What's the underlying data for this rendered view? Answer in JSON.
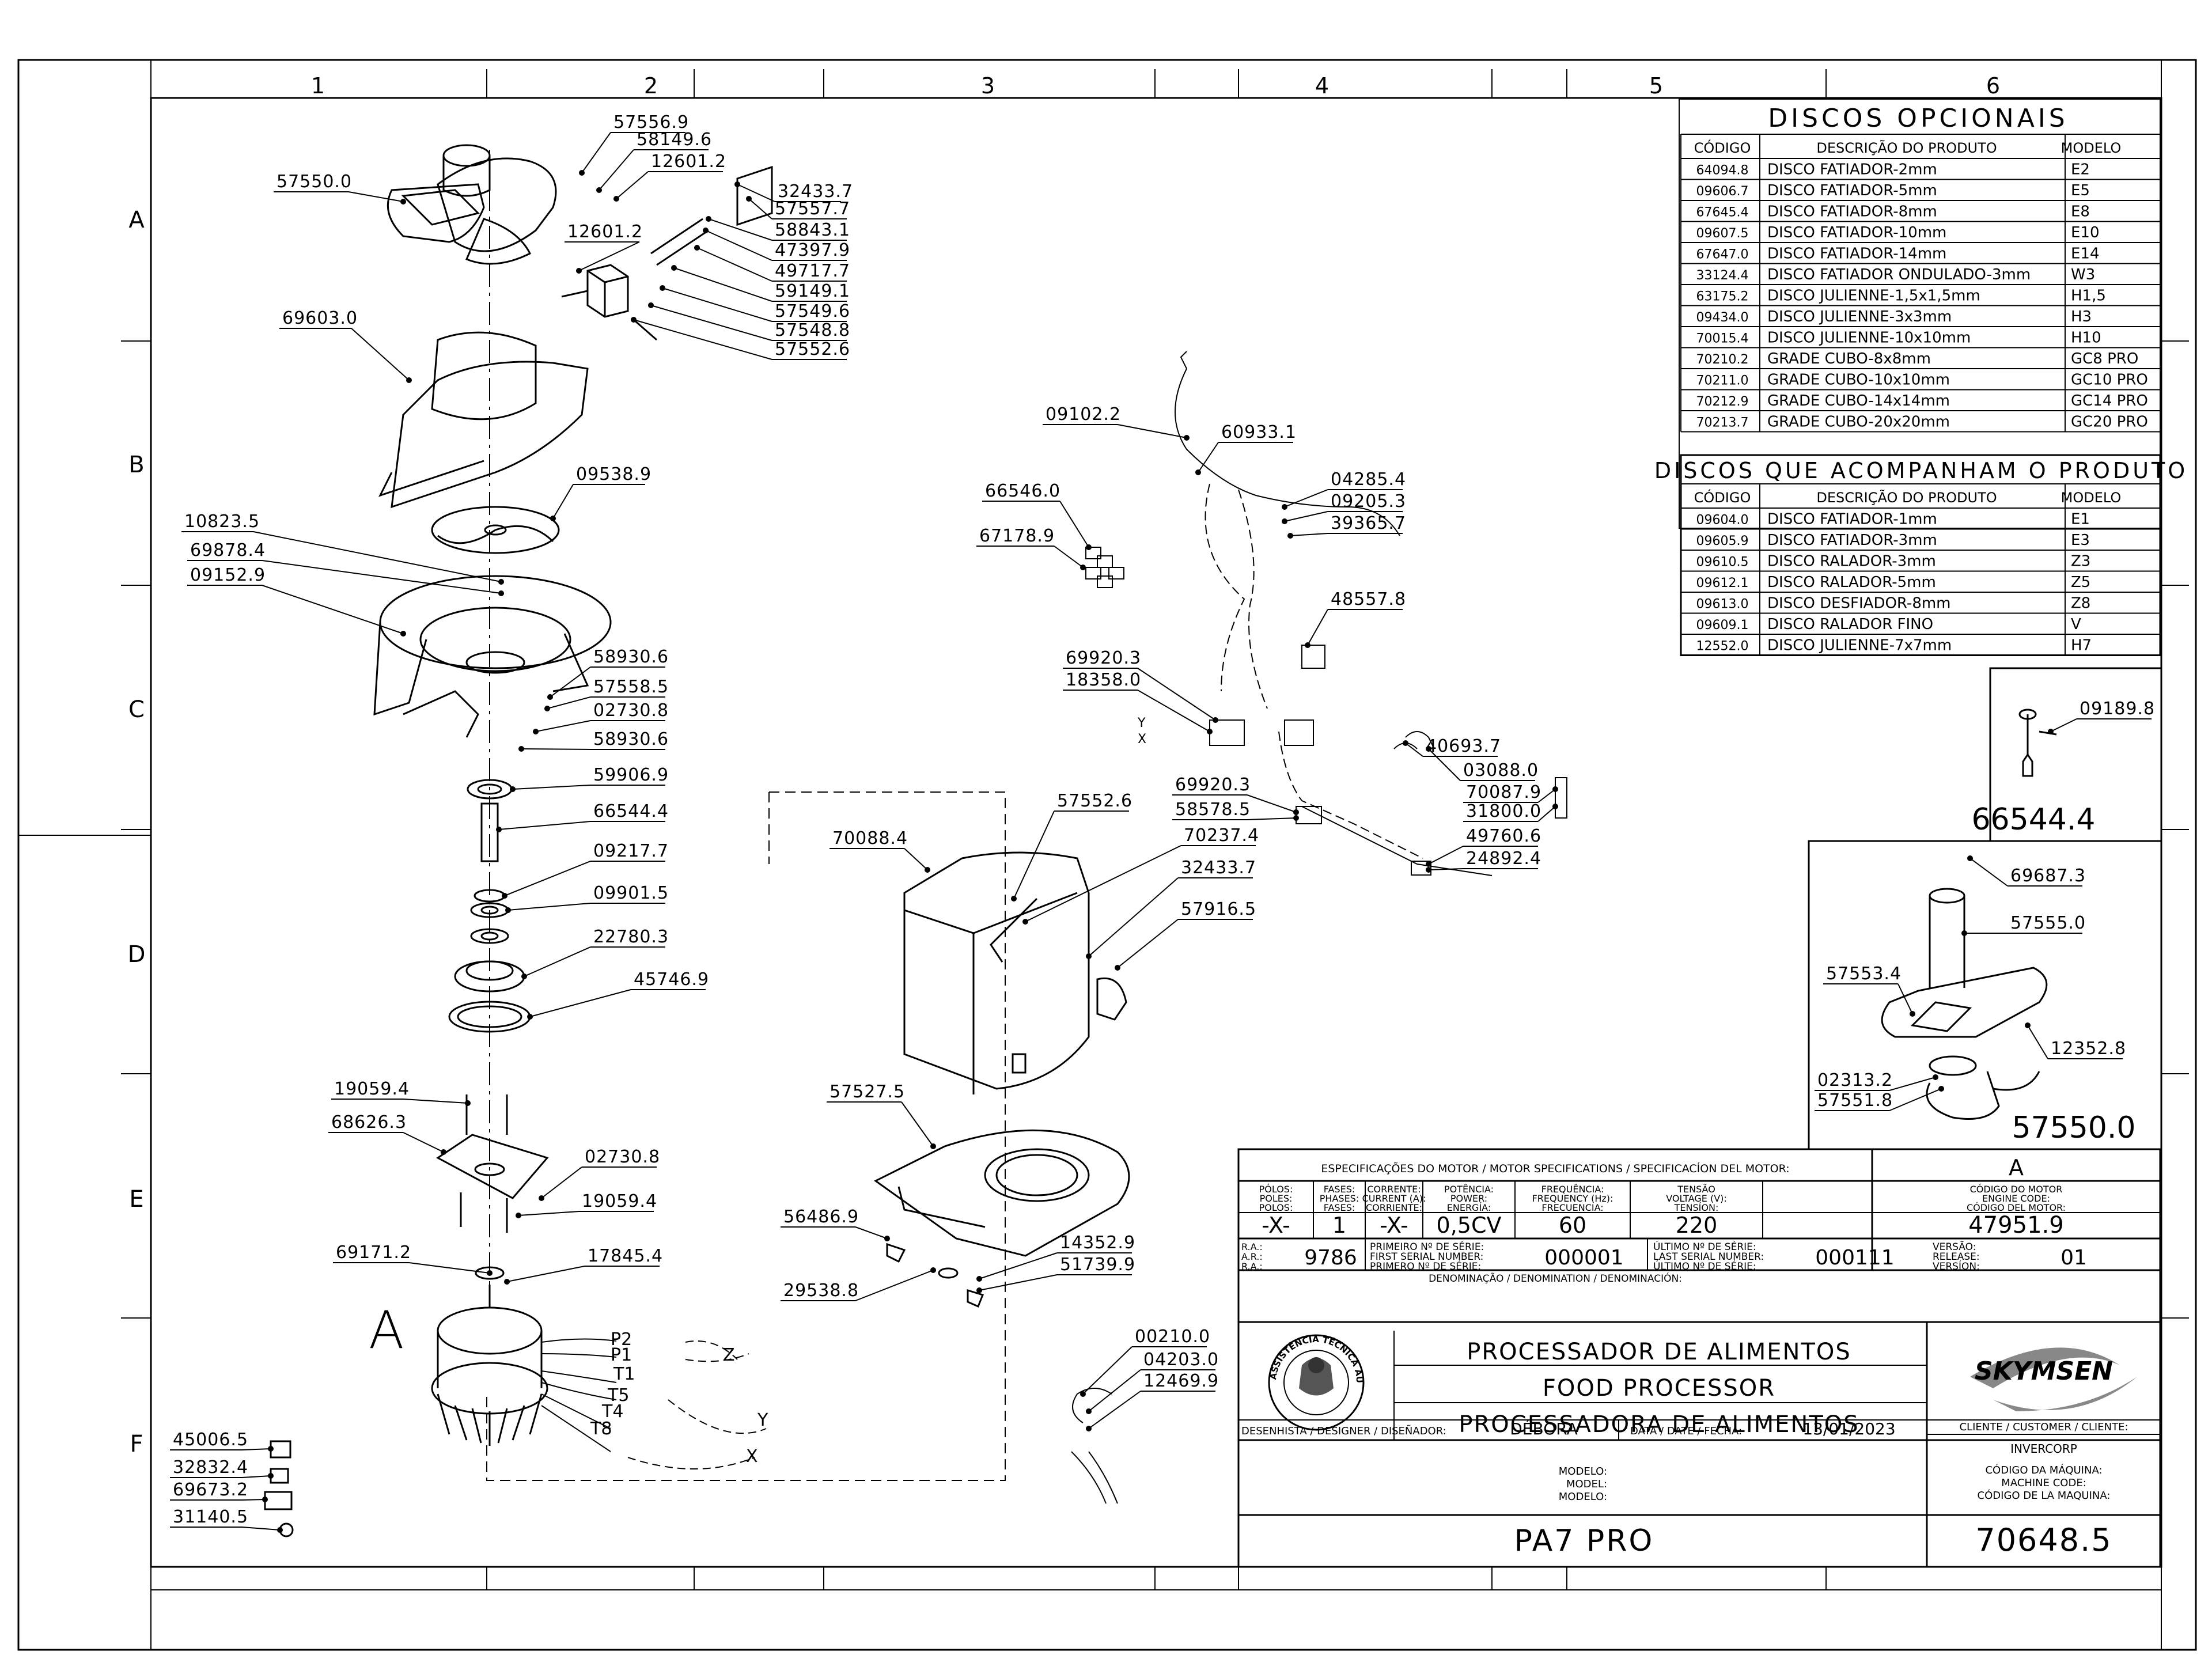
{
  "grid": {
    "columns": [
      "1",
      "2",
      "3",
      "4",
      "5",
      "6"
    ],
    "rows": [
      "A",
      "B",
      "C",
      "D",
      "E",
      "F"
    ]
  },
  "callouts": [
    "57556.9",
    "58149.6",
    "12601.2",
    "57550.0",
    "32433.7",
    "57557.7",
    "12601.2",
    "58843.1",
    "47397.9",
    "49717.7",
    "59149.1",
    "57549.6",
    "57548.8",
    "57552.6",
    "69603.0",
    "09538.9",
    "10823.5",
    "69878.4",
    "09152.9",
    "58930.6",
    "57558.5",
    "02730.8",
    "58930.6",
    "59906.9",
    "66544.4",
    "09217.7",
    "09901.5",
    "22780.3",
    "45746.9",
    "19059.4",
    "68626.3",
    "02730.8",
    "19059.4",
    "69171.2",
    "17845.4",
    "45006.5",
    "32832.4",
    "69673.2",
    "31140.5",
    "09102.2",
    "60933.1",
    "66546.0",
    "67178.9",
    "04285.4",
    "09205.3",
    "39365.7",
    "48557.8",
    "69920.3",
    "18358.0",
    "40693.7",
    "03088.0",
    "69920.3",
    "58578.5",
    "70087.9",
    "31800.0",
    "49760.6",
    "24892.4",
    "70088.4",
    "57552.6",
    "70237.4",
    "32433.7",
    "57916.5",
    "57527.5",
    "56486.9",
    "29538.8",
    "14352.9",
    "51739.9",
    "00210.0",
    "04203.0",
    "12469.9",
    "09189.8",
    "69687.3",
    "57555.0",
    "57553.4",
    "12352.8",
    "02313.2",
    "57551.8"
  ],
  "motor_wires": [
    "P2",
    "P1",
    "T1",
    "T5",
    "T4",
    "T8"
  ],
  "wire_ends": [
    "Z",
    "Y",
    "X",
    "Y",
    "X"
  ],
  "detail_letter": "A",
  "inset_labels": [
    "66544.4",
    "57550.0"
  ],
  "discos_opcionais": {
    "title": "DISCOS OPCIONAIS",
    "headers": [
      "CÓDIGO",
      "DESCRIÇÃO DO PRODUTO",
      "MODELO"
    ],
    "rows": [
      [
        "64094.8",
        "DISCO FATIADOR-2mm",
        "E2"
      ],
      [
        "09606.7",
        "DISCO FATIADOR-5mm",
        "E5"
      ],
      [
        "67645.4",
        "DISCO FATIADOR-8mm",
        "E8"
      ],
      [
        "09607.5",
        "DISCO FATIADOR-10mm",
        "E10"
      ],
      [
        "67647.0",
        "DISCO FATIADOR-14mm",
        "E14"
      ],
      [
        "33124.4",
        "DISCO FATIADOR ONDULADO-3mm",
        "W3"
      ],
      [
        "63175.2",
        "DISCO JULIENNE-1,5x1,5mm",
        "H1,5"
      ],
      [
        "09434.0",
        "DISCO JULIENNE-3x3mm",
        "H3"
      ],
      [
        "70015.4",
        "DISCO JULIENNE-10x10mm",
        "H10"
      ],
      [
        "70210.2",
        "GRADE CUBO-8x8mm",
        "GC8 PRO"
      ],
      [
        "70211.0",
        "GRADE CUBO-10x10mm",
        "GC10 PRO"
      ],
      [
        "70212.9",
        "GRADE CUBO-14x14mm",
        "GC14 PRO"
      ],
      [
        "70213.7",
        "GRADE CUBO-20x20mm",
        "GC20 PRO"
      ]
    ]
  },
  "discos_acompanham": {
    "title": "DISCOS QUE ACOMPANHAM O PRODUTO",
    "headers": [
      "CÓDIGO",
      "DESCRIÇÃO DO PRODUTO",
      "MODELO"
    ],
    "rows": [
      [
        "09604.0",
        "DISCO FATIADOR-1mm",
        "E1"
      ],
      [
        "09605.9",
        "DISCO FATIADOR-3mm",
        "E3"
      ],
      [
        "09610.5",
        "DISCO RALADOR-3mm",
        "Z3"
      ],
      [
        "09612.1",
        "DISCO RALADOR-5mm",
        "Z5"
      ],
      [
        "09613.0",
        "DISCO DESFIADOR-8mm",
        "Z8"
      ],
      [
        "09609.1",
        "DISCO RALADOR FINO",
        "V"
      ],
      [
        "12552.0",
        "DISCO JULIENNE-7x7mm",
        "H7"
      ]
    ]
  },
  "title_block": {
    "motor_spec_title": "ESPECIFICAÇÕES DO MOTOR / MOTOR SPECIFICATIONS / SPECIFICACÍON DEL MOTOR:",
    "motor_headers": [
      [
        "PÓLOS:",
        "POLES:",
        "POLOS:"
      ],
      [
        "FASES:",
        "PHASES:",
        "FASES:"
      ],
      [
        "CORRENTE:",
        "CURRENT (A):",
        "CORRIENTE:"
      ],
      [
        "POTÊNCIA:",
        "POWER:",
        "ENERGÍA:"
      ],
      [
        "FREQUÊNCIA:",
        "FREQUENCY (Hz):",
        "FRECUENCIA:"
      ],
      [
        "TENSÃO",
        "VOLTAGE (V):",
        "TENSÍON:"
      ]
    ],
    "motor_values": [
      "-X-",
      "1",
      "-X-",
      "0,5CV",
      "60",
      "220"
    ],
    "motor_code_letter": "A",
    "motor_code_labels": [
      "CÓDIGO DO MOTOR",
      "ENGINE CODE:",
      "CÓDIGO DEL MOTOR:"
    ],
    "motor_code": "47951.9",
    "ra_labels": [
      "R.A.:",
      "A.R.:",
      "R.A.:"
    ],
    "ra": "9786",
    "first_serial_labels": [
      "PRIMEIRO Nº DE SÉRIE:",
      "FIRST SERIAL NUMBER:",
      "PRIMERO Nº DE SÉRIE:"
    ],
    "first_serial": "000001",
    "last_serial_labels": [
      "ÚLTIMO Nº DE SÉRIE:",
      "LAST SERIAL NUMBER:",
      "ÚLTIMO Nº DE SÉRIE:"
    ],
    "last_serial": "000111",
    "version_labels": [
      "VERSÃO:",
      "RELEASE:",
      "VERSÍON:"
    ],
    "version": "01",
    "denomination_label": "DENOMINAÇÃO / DENOMINATION / DENOMINACIÓN:",
    "names": [
      "PROCESSADOR DE ALIMENTOS",
      "FOOD PROCESSOR",
      "PROCESSADORA DE ALIMENTOS"
    ],
    "brand": "SKYMSEN",
    "seal_text": "ASSISTÊNCIA TÉCNICA AUTORIZADA",
    "client_label": "CLIENTE / CUSTOMER / CLIENTE:",
    "client": "INVERCORP",
    "designer_label": "DESENHISTA / DESIGNER / DISEÑADOR:",
    "designer": "DÉBORA",
    "date_label": "DATA / DATE / FECHA:",
    "date": "13/01/2023",
    "model_labels": [
      "MODELO:",
      "MODEL:",
      "MODELO:"
    ],
    "machine_code_labels": [
      "CÓDIGO DA MÁQUINA:",
      "MACHINE CODE:",
      "CÓDIGO DE LA MAQUINA:"
    ],
    "model": "PA7 PRO",
    "machine_code": "70648.5"
  }
}
